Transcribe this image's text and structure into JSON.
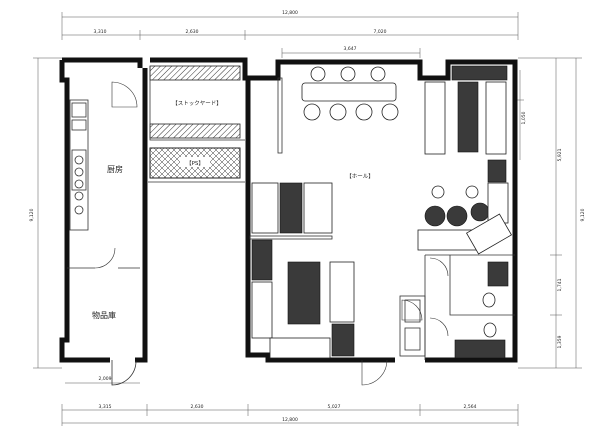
{
  "rooms": {
    "kitchen": "厨房",
    "storage": "物品庫",
    "stock_yard": "【ストックヤード】",
    "ps": "【PS】",
    "hall": "【ホール】"
  },
  "dimensions": {
    "top_total": "12,800",
    "top_seg1": "3,310",
    "top_seg2": "2,630",
    "top_seg3": "7,020",
    "counter_width": "3,647",
    "left_total": "9,120",
    "right_total": "9,120",
    "right_upper": "5,921",
    "right_s1": "1,050",
    "right_mid": "1,741",
    "right_lower": "1,359",
    "bottom_door": "2,009",
    "bottom_seg1": "3,315",
    "bottom_seg2": "2,630",
    "bottom_seg3": "5,027",
    "bottom_seg4": "2,564",
    "bottom_total": "12,800"
  },
  "colors": {
    "walls": "#111111",
    "hatch": "#3a3a3a",
    "paper": "#ffffff"
  }
}
